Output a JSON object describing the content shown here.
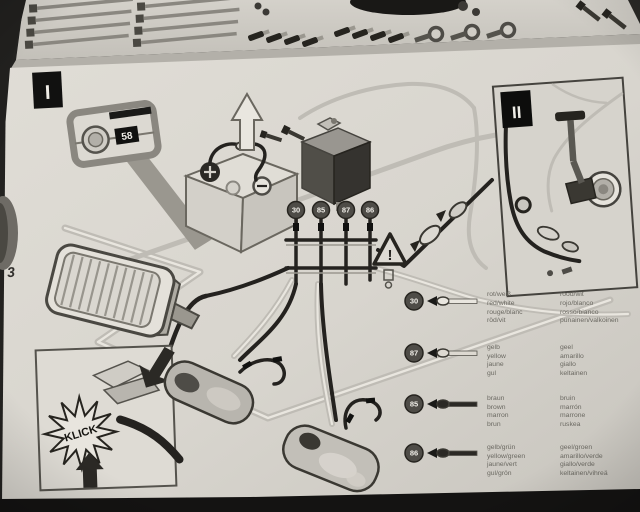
{
  "page": {
    "number": "3"
  },
  "step_badges": {
    "step1": "I",
    "step2": "II"
  },
  "switch_pictogram": {
    "terminal_label": "58"
  },
  "relay_terminals": [
    "30",
    "85",
    "87",
    "86"
  ],
  "warning": {
    "mark": "!"
  },
  "klick_inset": {
    "label": "KLICK"
  },
  "legend": {
    "rows": [
      {
        "terminal": "30",
        "col1": [
          "rot/weiß",
          "red/white",
          "rouge/blanc",
          "röd/vit"
        ],
        "col2": [
          "rood/wit",
          "rojo/blanco",
          "rosso/bianco",
          "punainen/valkoinen"
        ],
        "wire_fill": "#e9e6df"
      },
      {
        "terminal": "87",
        "col1": [
          "gelb",
          "yellow",
          "jaune",
          "gul"
        ],
        "col2": [
          "geel",
          "amarillo",
          "giallo",
          "keltainen"
        ],
        "wire_fill": "#ddd9d1"
      },
      {
        "terminal": "85",
        "col1": [
          "braun",
          "brown",
          "marron",
          "brun"
        ],
        "col2": [
          "bruin",
          "marrón",
          "marrone",
          "ruskea"
        ],
        "wire_fill": "#2b2925"
      },
      {
        "terminal": "86",
        "col1": [
          "gelb/grün",
          "yellow/green",
          "jaune/vert",
          "gul/grön"
        ],
        "col2": [
          "geel/groen",
          "amarillo/verde",
          "giallo/verde",
          "keltainen/vihreä"
        ],
        "wire_fill": "#2b2925"
      }
    ]
  },
  "palette": {
    "paper": "#dcd9d2",
    "paper_dark": "#c9c6bf",
    "ink": "#24221f",
    "mid_gray": "#8a8780",
    "light_line": "#bfbcb5",
    "photo_edge": "#232220"
  }
}
